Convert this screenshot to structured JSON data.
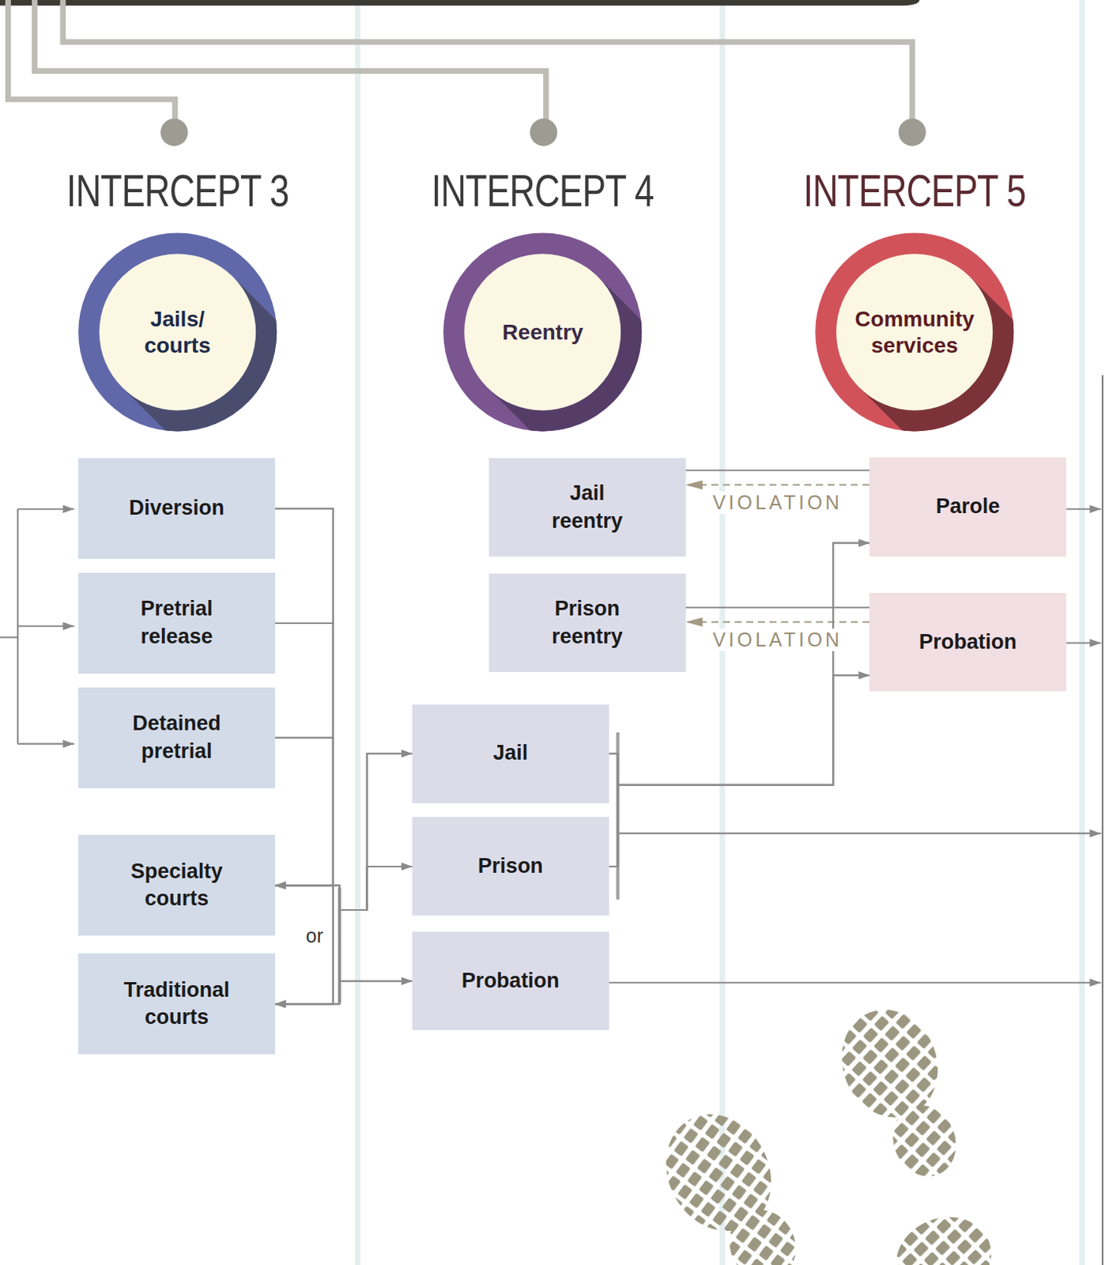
{
  "diagram": {
    "nodes": [
      {
        "text": [
          "INTERCEPT 3",
          "Jails/ courts"
        ]
      },
      {
        "text": [
          "INTERCEPT 4",
          "Reentry"
        ]
      },
      {
        "text": [
          "INTERCEPT 5",
          "Community services"
        ]
      },
      {
        "text": [
          "Diversion"
        ]
      },
      {
        "text": [
          "Pretrial release"
        ]
      },
      {
        "text": [
          "Detained pretrial"
        ]
      },
      {
        "text": [
          "Specialty courts"
        ]
      },
      {
        "text": [
          "Traditional courts"
        ]
      },
      {
        "text": [
          "Jail reentry"
        ]
      },
      {
        "text": [
          "Prison reentry"
        ]
      },
      {
        "text": [
          "Jail"
        ]
      },
      {
        "text": [
          "Prison"
        ]
      },
      {
        "text": [
          "Probation"
        ]
      },
      {
        "text": [
          "Parole"
        ]
      },
      {
        "text": [
          "Probation"
        ]
      }
    ],
    "edges": [
      {
        "from": 3,
        "to": 6,
        "arrow": "to"
      },
      {
        "from": 3,
        "to": 7,
        "arrow": "to"
      },
      {
        "from": 4,
        "to": 6,
        "arrow": "to"
      },
      {
        "from": 4,
        "to": 7,
        "arrow": "to"
      },
      {
        "from": 5,
        "to": 6,
        "arrow": "to"
      },
      {
        "from": 5,
        "to": 7,
        "arrow": "to"
      },
      {
        "from": 6,
        "to": 10,
        "arrow": "to"
      },
      {
        "from": 6,
        "to": 11,
        "arrow": "to"
      },
      {
        "from": 6,
        "to": 12,
        "arrow": "to"
      },
      {
        "from": 7,
        "to": 10,
        "arrow": "to"
      },
      {
        "from": 7,
        "to": 11,
        "arrow": "to"
      },
      {
        "from": 7,
        "to": 12,
        "arrow": "to"
      },
      {
        "from": 8,
        "to": 13,
        "arrow": "none"
      },
      {
        "from": 13,
        "to": 8,
        "label": "VIOLATION",
        "arrow": "to"
      },
      {
        "from": 9,
        "to": 14,
        "arrow": "none"
      },
      {
        "from": 14,
        "to": 9,
        "label": "VIOLATION",
        "arrow": "to"
      },
      {
        "from": 10,
        "to": 13,
        "arrow": "to"
      },
      {
        "from": 10,
        "to": 14,
        "arrow": "to"
      },
      {
        "from": 11,
        "to": 13,
        "arrow": "to"
      },
      {
        "from": 11,
        "to": 14,
        "arrow": "to"
      }
    ],
    "labels": [
      "or"
    ]
  }
}
